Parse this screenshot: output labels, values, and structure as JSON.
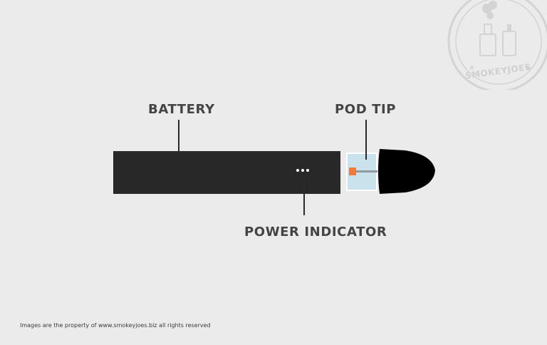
{
  "labels": {
    "battery": "BATTERY",
    "pod_tip": "POD TIP",
    "power_indicator": "POWER INDICATOR"
  },
  "watermark": {
    "brand": "SMOKEYJOES"
  },
  "footer": {
    "note": "Images are the property of www.smokeyjoes.biz all rights reserved"
  },
  "colors": {
    "background": "#ebebeb",
    "battery_body": "#282828",
    "label_text": "#444444",
    "pod_window": "#c9e2ec",
    "coil": "#f07a3a",
    "mouthpiece": "#000000",
    "watermark": "#d6d6d6"
  }
}
